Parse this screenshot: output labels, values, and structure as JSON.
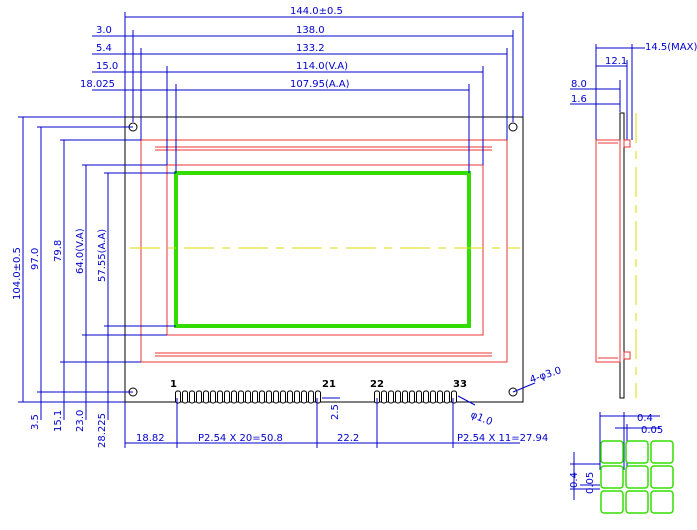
{
  "top_dims": {
    "d144": "144.0±0.5",
    "d138": "138.0",
    "d133": "133.2",
    "d114": "114.0(V.A)",
    "d107": "107.95(A.A)",
    "off3": "3.0",
    "off54": "5.4",
    "off15": "15.0",
    "off18": "18.025"
  },
  "left_dims": {
    "d104": "104.0±0.5",
    "d97": "97.0",
    "d798": "79.8",
    "d64": "64.0(V.A)",
    "d5755": "57.55(A.A)",
    "b35": "3.5",
    "b151": "15.1",
    "b230": "23.0",
    "b28": "28.225"
  },
  "bottom_dims": {
    "b1882": "18.82",
    "pitch20": "P2.54  X  20=50.8",
    "b222": "22.2",
    "pitch11": "P2.54  X  11=27.94",
    "b25": "2.5"
  },
  "pins": {
    "p1": "1",
    "p21": "21",
    "p22": "22",
    "p33": "33"
  },
  "holes": {
    "mount": "4-φ3.0",
    "pin": "φ1.0"
  },
  "side_dims": {
    "max": "14.5(MAX)",
    "d121": "12.1",
    "d80": "8.0",
    "d16": "1.6"
  },
  "detail_dims": {
    "w04": "0.4",
    "w005": "0.05",
    "h04": "0.4",
    "h005": "0.05"
  },
  "colors": {
    "dimension": "#0000cc",
    "outline": "#000000",
    "bezel": "#ee3333",
    "active_area": "#33dd00",
    "centerline": "#dddd00"
  }
}
